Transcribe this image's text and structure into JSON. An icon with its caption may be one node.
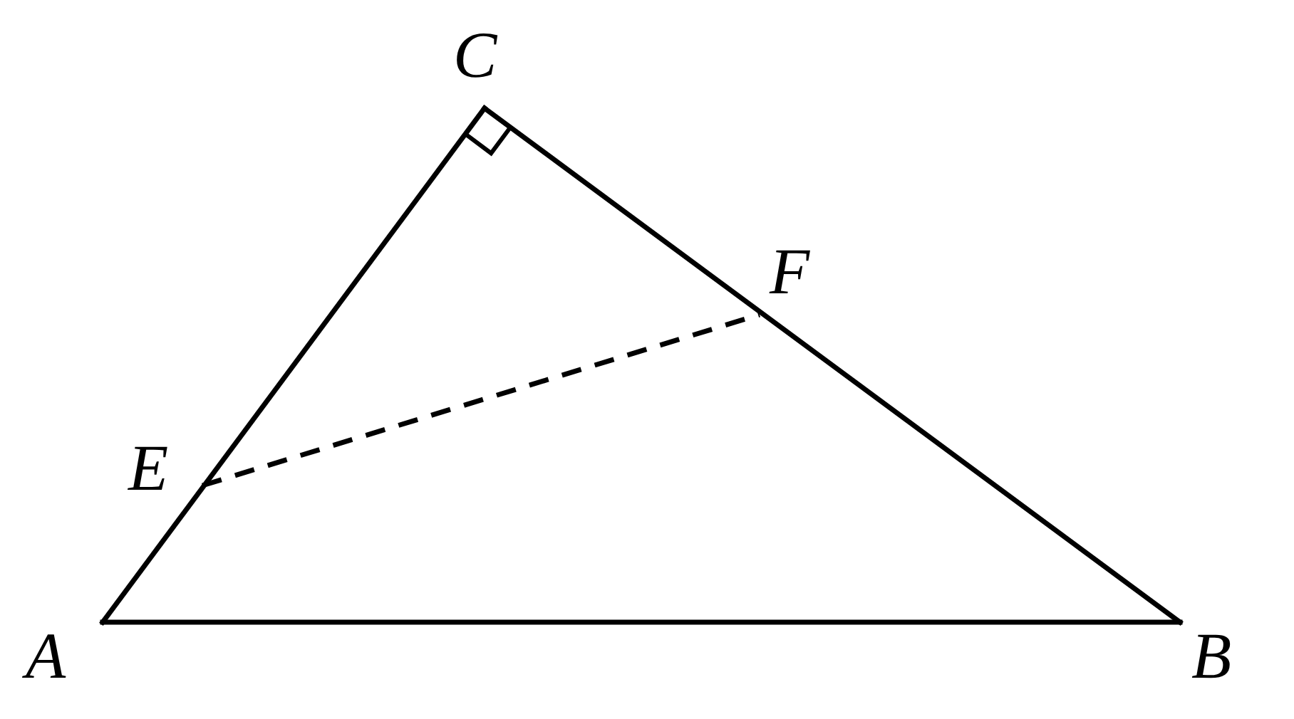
{
  "diagram": {
    "nodes": [
      {
        "text": [
          "C"
        ]
      },
      {
        "text": [
          "F"
        ]
      },
      {
        "text": [
          "E"
        ]
      },
      {
        "text": [
          "A"
        ]
      },
      {
        "text": [
          "B"
        ]
      }
    ],
    "edges": [
      {
        "from": 3,
        "to": 0,
        "arrow": "none"
      },
      {
        "from": 0,
        "to": 4,
        "arrow": "none"
      },
      {
        "from": 3,
        "to": 4,
        "arrow": "none"
      },
      {
        "from": 2,
        "to": 1,
        "arrow": "none",
        "style": "dashed"
      }
    ]
  }
}
